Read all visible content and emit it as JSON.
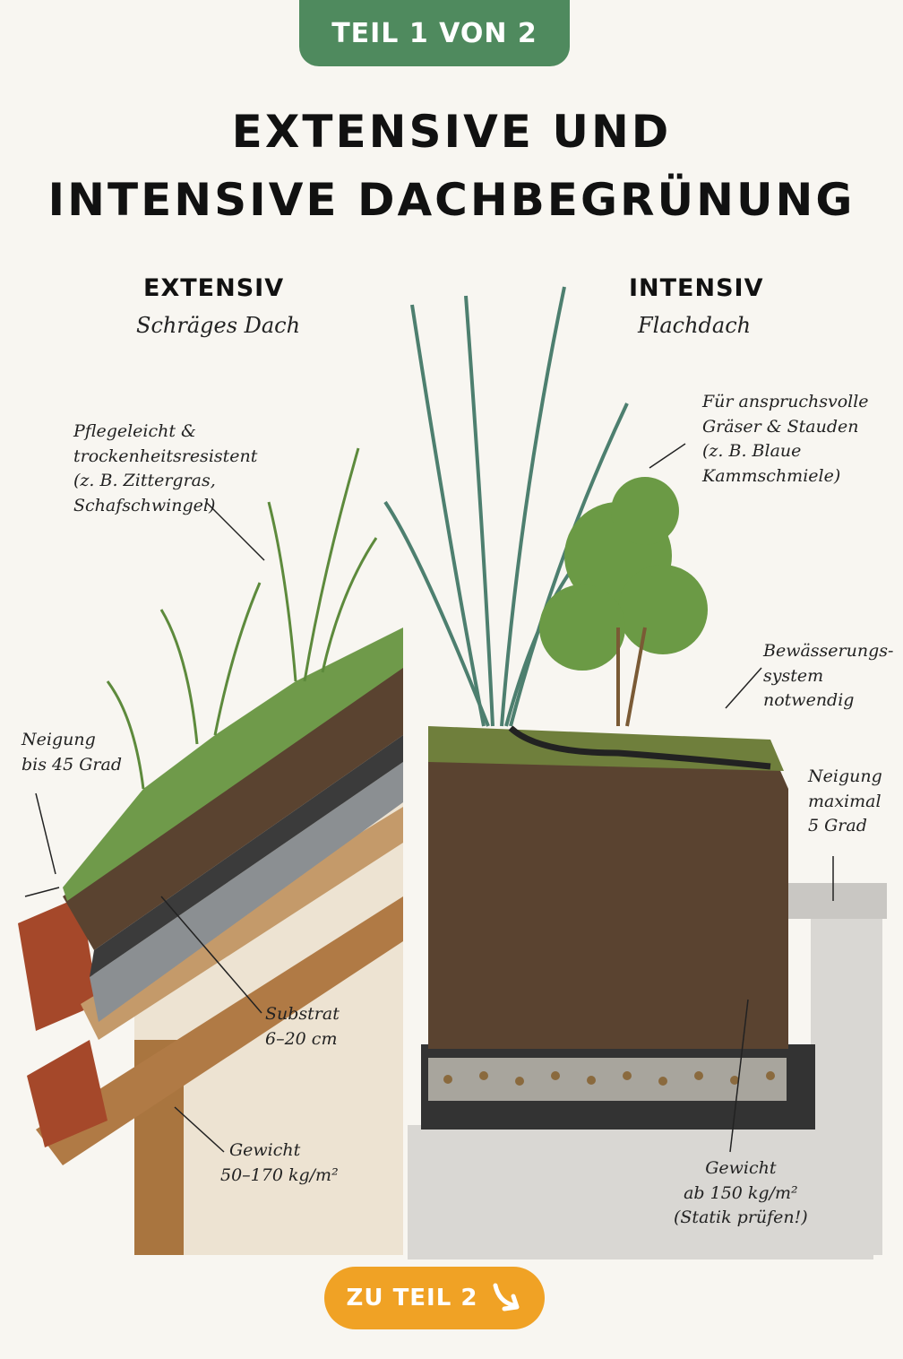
{
  "badge": "TEIL 1 VON 2",
  "title": {
    "line1": "EXTENSIVE UND",
    "line2": "INTENSIVE DACHBEGRÜNUNG"
  },
  "extensiv": {
    "heading": "EXTENSIV",
    "subheading": "Schräges Dach",
    "notes": {
      "plants": [
        "Pflegeleicht &",
        "trockenheitsresistent",
        "(z. B. Zittergras,",
        "Schafschwingel)"
      ],
      "slope": [
        "Neigung",
        "bis 45 Grad"
      ],
      "substrate": [
        "Substrat",
        "6–20 cm"
      ],
      "weight": [
        "Gewicht",
        "50–170 kg/m²"
      ]
    }
  },
  "intensiv": {
    "heading": "INTENSIV",
    "subheading": "Flachdach",
    "notes": {
      "plants": [
        "Für anspruchsvolle",
        "Gräser & Stauden",
        "(z. B. Blaue",
        "Kammschmiele)"
      ],
      "irrigation": [
        "Bewässerungs-",
        "system",
        "notwendig"
      ],
      "slope": [
        "Neigung",
        "maximal",
        "5 Grad"
      ],
      "weight": [
        "Gewicht",
        "ab 150 kg/m²",
        "(Statik prüfen!)"
      ]
    }
  },
  "cta": {
    "label": "ZU TEIL 2",
    "icon": "arrow-down-right-icon"
  },
  "colors": {
    "badge": "#4f8a5e",
    "cta": "#f0a225",
    "soil": "#5a4330",
    "grass": "#6f9a4a"
  }
}
